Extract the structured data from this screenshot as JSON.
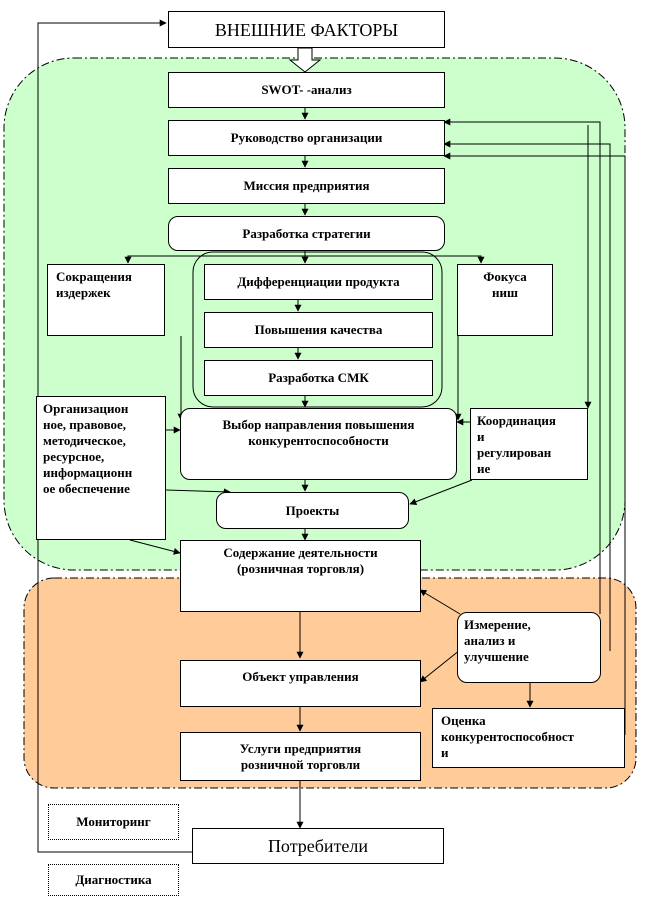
{
  "nodes": {
    "external_factors": "ВНЕШНИЕ ФАКТОРЫ",
    "swot": "SWOT- -анализ",
    "management": "Руководство организации",
    "mission": "Миссия предприятия",
    "strategy_dev": "Разработка стратегии",
    "cost_reduction": "Сокращения\nиздержек",
    "product_diff": "Дифференциации продукта",
    "quality": "Повышения качества",
    "qms": "Разработка СМК",
    "niche_focus": "Фокуса\nниш",
    "org_support": "Организацион\nное, правовое,\nметодическое,\nресурсное,\nинформационн\nое обеспечение",
    "competitiveness_choice": "Выбор направления повышения\nконкурентоспособности",
    "coordination": "Координация\nи\nрегулирован\nие",
    "projects": "Проекты",
    "activity_content": "Содержание деятельности\n(розничная торговля)",
    "measurement": "Измерение,\nанализ и\nулучшение",
    "control_object": "Объект управления",
    "competitiveness_eval": "Оценка\nконкурентоспособност\nи",
    "retail_services": "Услуги предприятия\nрозничной торговли",
    "monitoring": "Мониторинг",
    "consumers": "Потребители",
    "diagnostics": "Диагностика"
  },
  "colors": {
    "green_zone": "#ccffcc",
    "orange_zone": "#ffcc99"
  }
}
